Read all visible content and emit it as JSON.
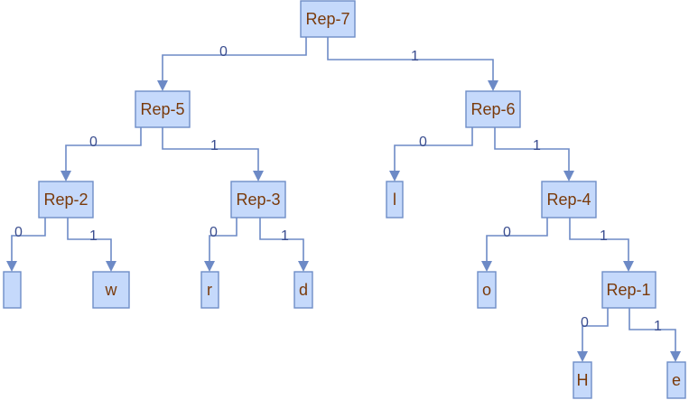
{
  "diagram": {
    "nodes": {
      "rep7": "Rep-7",
      "rep5": "Rep-5",
      "rep6": "Rep-6",
      "rep2": "Rep-2",
      "rep3": "Rep-3",
      "leaf_l": "l",
      "rep4": "Rep-4",
      "leaf_blank": "",
      "leaf_w": "w",
      "leaf_r": "r",
      "leaf_d": "d",
      "leaf_o": "o",
      "rep1": "Rep-1",
      "leaf_H": "H",
      "leaf_e": "e"
    },
    "edges": {
      "rep7_rep5": "0",
      "rep7_rep6": "1",
      "rep5_rep2": "0",
      "rep5_rep3": "1",
      "rep6_l": "0",
      "rep6_rep4": "1",
      "rep2_blank": "0",
      "rep2_w": "1",
      "rep3_r": "0",
      "rep3_d": "1",
      "rep4_o": "0",
      "rep4_rep1": "1",
      "rep1_H": "0",
      "rep1_e": "1"
    }
  }
}
